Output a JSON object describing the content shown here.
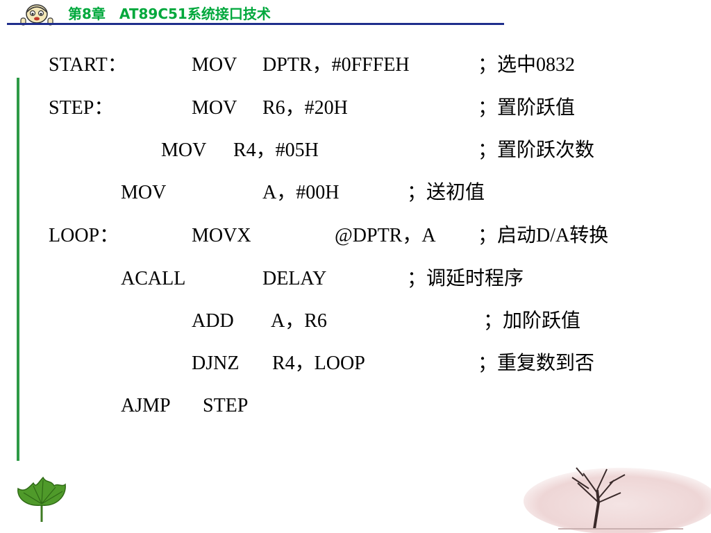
{
  "header": {
    "title": "第8章　AT89C51系统接口技术",
    "mascot_icon": "cartoon-face-icon",
    "accent_color": "#00a83c",
    "rule_color": "#1f2e8c"
  },
  "code_lines": [
    {
      "label": "START：",
      "op": "MOV",
      "operand": "DPTR，#0FFFEH",
      "comment": "；选中0832"
    },
    {
      "label": "STEP：",
      "op": "MOV",
      "operand": "R6，#20H",
      "comment": "；置阶跃值"
    },
    {
      "label": "",
      "op": "MOV",
      "operand": "R4，#05H",
      "comment": "；置阶跃次数"
    },
    {
      "label": "",
      "op": "MOV",
      "operand": "A，#00H",
      "comment": "；送初值"
    },
    {
      "label": "LOOP：",
      "op": "MOVX",
      "operand": "@DPTR，A",
      "comment": "；启动D/A转换"
    },
    {
      "label": "",
      "op": "ACALL",
      "operand": "DELAY",
      "comment": "；调延时程序"
    },
    {
      "label": "",
      "op": "ADD",
      "operand": "A，R6",
      "comment": "；加阶跃值"
    },
    {
      "label": "",
      "op": "DJNZ",
      "operand": "R4，LOOP",
      "comment": "；重复数到否"
    },
    {
      "label": "",
      "op": "AJMP",
      "operand": "STEP",
      "comment": ""
    }
  ],
  "decorations": {
    "leaf_icon": "green-leaf-icon",
    "tree_icon": "bare-tree-icon"
  }
}
